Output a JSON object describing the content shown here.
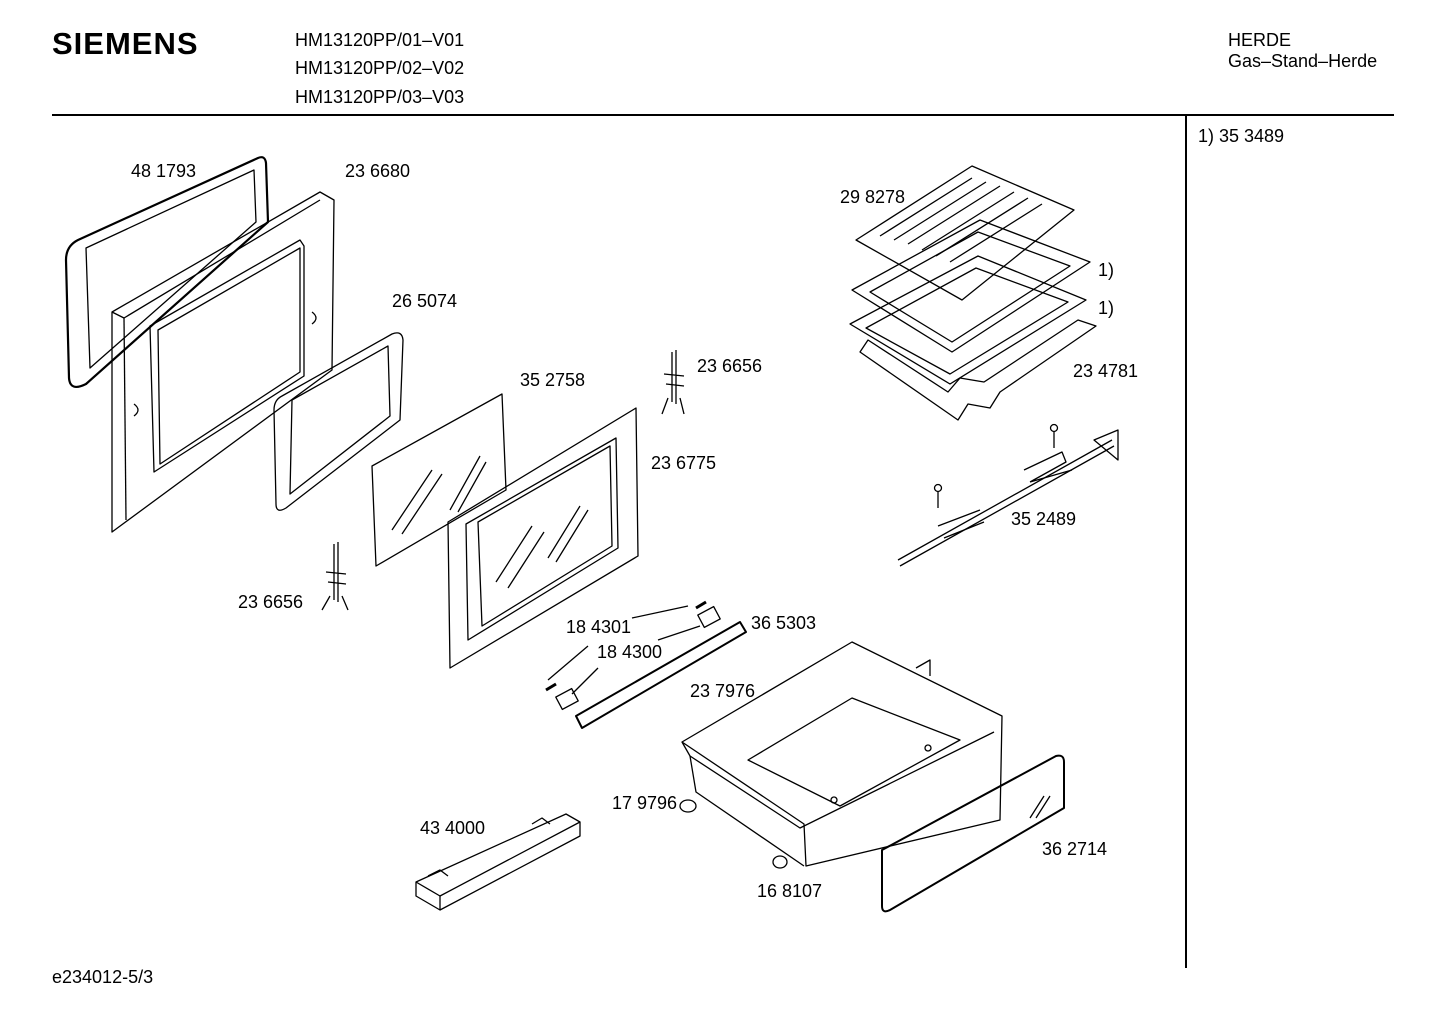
{
  "header": {
    "brand": "SIEMENS",
    "models": [
      "HM13120PP/01–V01",
      "HM13120PP/02–V02",
      "HM13120PP/03–V03"
    ],
    "category": "HERDE",
    "subcategory": "Gas–Stand–Herde"
  },
  "notes": [
    "1)  35 3489"
  ],
  "parts": {
    "p481793": "48 1793",
    "p236680": "23 6680",
    "p265074": "26 5074",
    "p352758": "35 2758",
    "p236656a": "23 6656",
    "p236775": "23 6775",
    "p236656b": "23 6656",
    "p298278": "29 8278",
    "ref1a": "1)",
    "ref1b": "1)",
    "p234781": "23 4781",
    "p352489": "35 2489",
    "p184301": "18 4301",
    "p184300": "18 4300",
    "p365303": "36 5303",
    "p237976": "23 7976",
    "p179796": "17 9796",
    "p434000": "43 4000",
    "p362714": "36 2714",
    "p168107": "16 8107"
  },
  "footer": {
    "code": "e234012-5/3"
  }
}
